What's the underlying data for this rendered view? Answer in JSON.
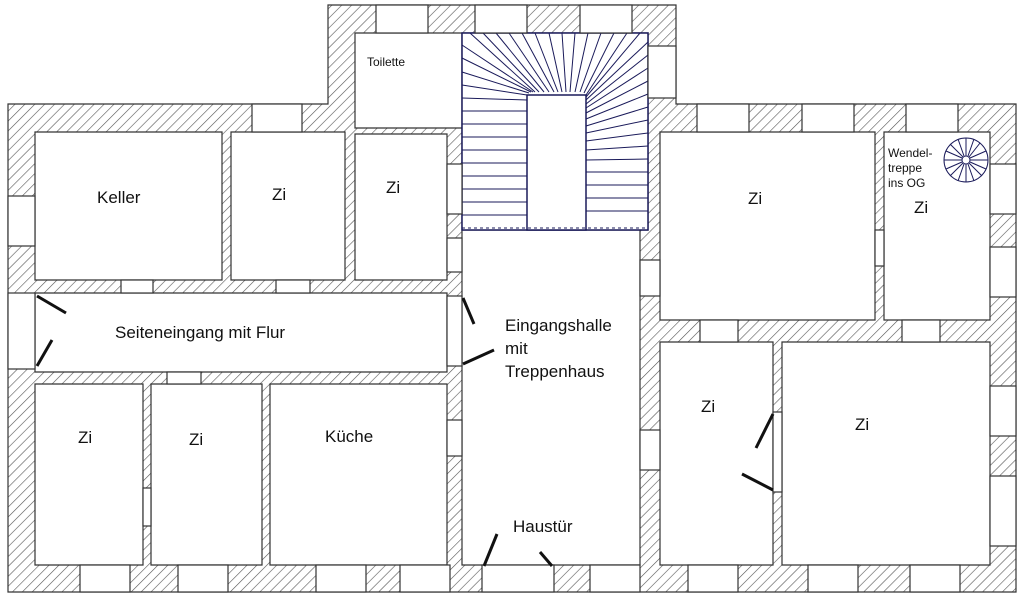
{
  "plan": {
    "rooms": {
      "keller": "Keller",
      "zi_top_1": "Zi",
      "zi_top_2": "Zi",
      "toilette": "Toilette",
      "seiteneingang": "Seiteneingang mit Flur",
      "halle_1": "Eingangshalle",
      "halle_2": "mit",
      "halle_3": "Treppenhaus",
      "haustuer": "Haustür",
      "zi_bottom_1": "Zi",
      "zi_bottom_2": "Zi",
      "kueche": "Küche",
      "zi_right_top": "Zi",
      "wendel_1": "Wendel-",
      "wendel_2": "treppe",
      "wendel_3": "ins OG",
      "zi_wendel": "Zi",
      "zi_right_bottom_1": "Zi",
      "zi_right_bottom_2": "Zi"
    }
  }
}
